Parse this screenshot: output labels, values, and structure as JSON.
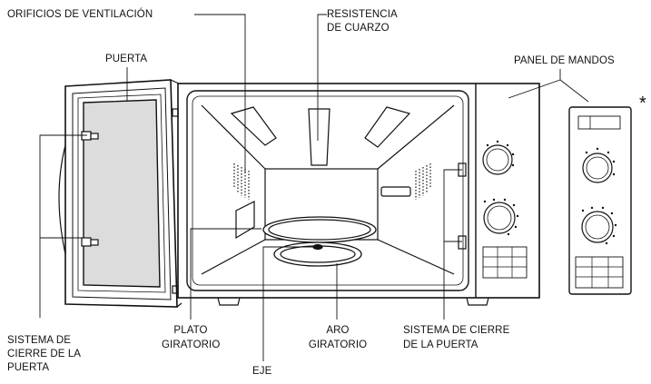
{
  "labels": {
    "orificios": "ORIFICIOS DE VENTILACIÓN",
    "resistencia_1": "RESISTENCIA",
    "resistencia_2": "DE CUARZO",
    "puerta": "PUERTA",
    "panel": "PANEL DE MANDOS",
    "asterisk": "*",
    "sistema_izq_1": "SISTEMA DE",
    "sistema_izq_2": "CIERRE DE LA",
    "sistema_izq_3": "PUERTA",
    "plato_1": "PLATO",
    "plato_2": "GIRATORIO",
    "aro_1": "ARO",
    "aro_2": "GIRATORIO",
    "sistema_der_1": "SISTEMA DE CIERRE",
    "sistema_der_2": "DE LA PUERTA",
    "eje": "EJE"
  },
  "colors": {
    "line": "#111111",
    "glass": "#dcdcdc",
    "white": "#ffffff"
  }
}
